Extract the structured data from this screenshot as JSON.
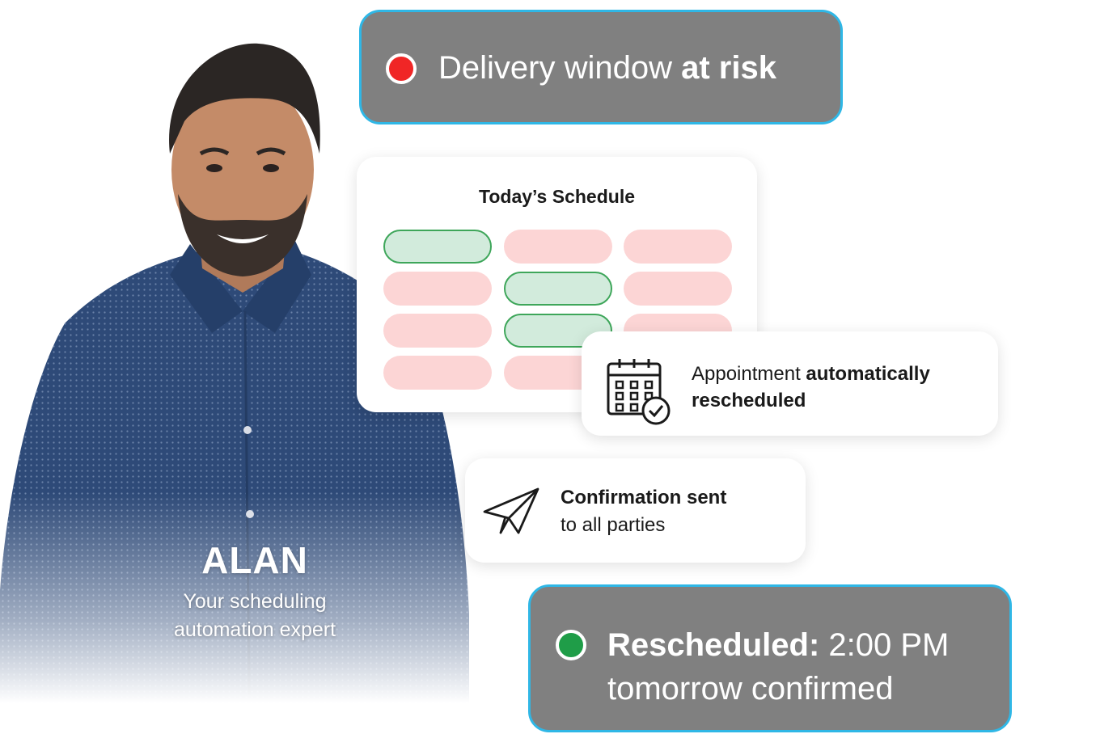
{
  "person": {
    "name": "ALAN",
    "role_line1": "Your scheduling",
    "role_line2": "automation expert"
  },
  "alert": {
    "text": "Delivery window ",
    "emphasis": "at risk",
    "dot_color": "#f02626"
  },
  "schedule": {
    "title": "Today’s Schedule",
    "slots": [
      [
        "available",
        "booked",
        "booked"
      ],
      [
        "booked",
        "available",
        "booked"
      ],
      [
        "booked",
        "available",
        "booked"
      ],
      [
        "booked",
        "booked",
        "booked"
      ]
    ]
  },
  "reschedule_card": {
    "icon": "calendar-check-icon",
    "text": "Appointment ",
    "emphasis_line1": "automatically",
    "emphasis_line2": "rescheduled"
  },
  "confirmation_card": {
    "icon": "paper-plane-icon",
    "title": "Confirmation sent",
    "subtitle": "to all parties"
  },
  "result": {
    "label": "Rescheduled:",
    "time": " 2:00 PM",
    "line2": "tomorrow confirmed",
    "dot_color": "#1f9d48"
  },
  "colors": {
    "accent_border": "#2fb7e6",
    "pill_bg": "#808080",
    "slot_booked": "#fcd5d5",
    "slot_available": "#d2ebdc",
    "slot_available_border": "#3ea65a"
  }
}
